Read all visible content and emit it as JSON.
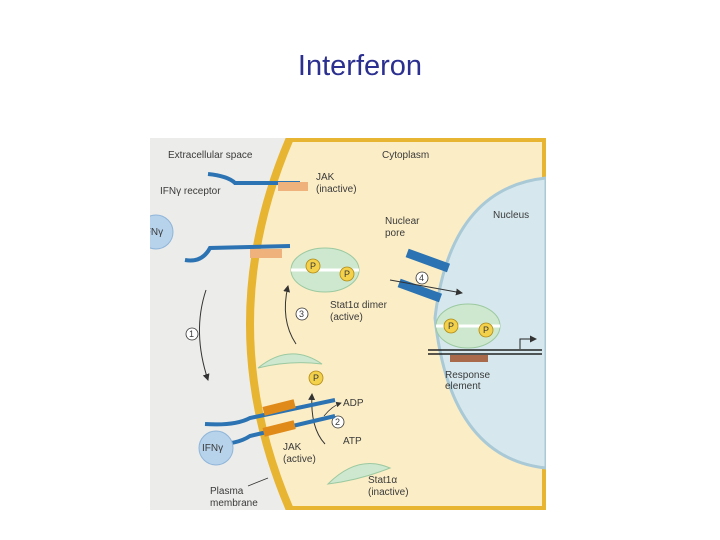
{
  "slide": {
    "title": "Interferon"
  },
  "labels": {
    "extracellular": "Extracellular space",
    "cytoplasm": "Cytoplasm",
    "receptor": "IFNγ receptor",
    "jak_inactive_1": "JAK",
    "jak_inactive_2": "(inactive)",
    "ifn_free": "IFNγ",
    "nucleus": "Nucleus",
    "pore_1": "Nuclear",
    "pore_2": "pore",
    "dimer_1": "Stat1α dimer",
    "dimer_2": "(active)",
    "response_1": "Response",
    "response_2": "element",
    "adp": "ADP",
    "atp": "ATP",
    "ifn_bound": "IFNγ",
    "jak_active_1": "JAK",
    "jak_active_2": "(active)",
    "stat_inactive_1": "Stat1α",
    "stat_inactive_2": "(inactive)",
    "membrane_1": "Plasma",
    "membrane_2": "membrane",
    "phospho": "P"
  },
  "steps": {
    "s1": "1",
    "s2": "2",
    "s3": "3",
    "s4": "4"
  },
  "colors": {
    "title": "#2b2f8f",
    "extracellular_bg": "#ececea",
    "cytoplasm_fill": "#fbedc6",
    "membrane_stroke": "#e8b532",
    "nucleus_fill": "#d6e8ee",
    "nucleus_stroke": "#a9c9d6",
    "receptor": "#2b73b3",
    "jak_inactive": "#f0b27c",
    "jak_active": "#e08a1a",
    "stat": "#cde8cf",
    "phospho": "#f4d14a",
    "response_element": "#a86a4a",
    "ifn": "#b7d3ec"
  }
}
